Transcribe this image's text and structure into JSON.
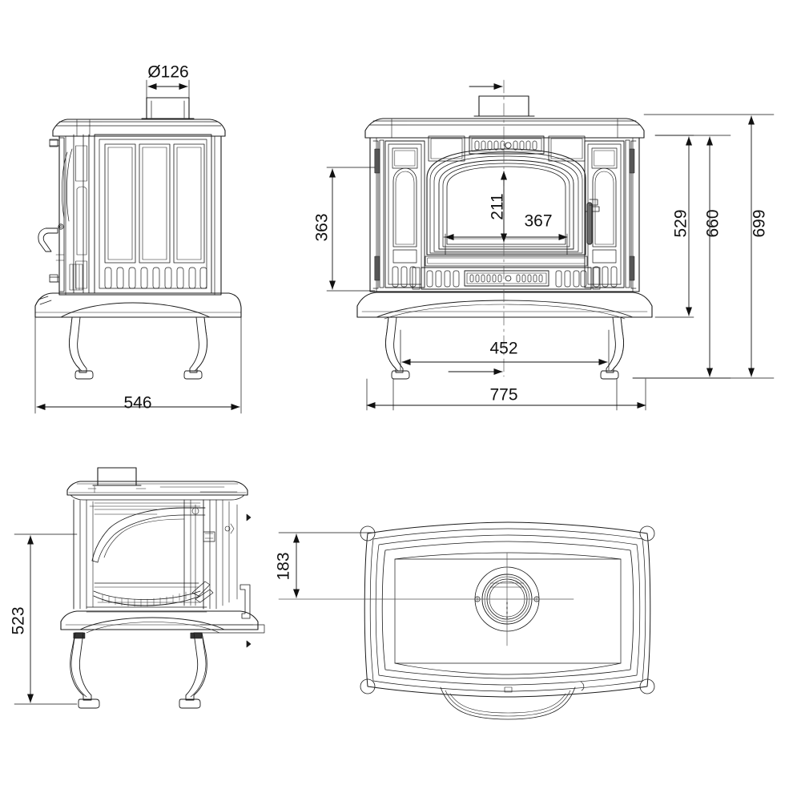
{
  "drawing": {
    "kind": "technical-dimension-drawing",
    "subject": "cast-iron wood burning stove",
    "units": "mm",
    "background_color": "#ffffff",
    "line_color": "#1a1a1a",
    "dimension_color": "#111111",
    "views": [
      {
        "id": "side-view",
        "name": "Left side elevation",
        "position": "top-left"
      },
      {
        "id": "front-view",
        "name": "Front elevation",
        "position": "top-right"
      },
      {
        "id": "section-view",
        "name": "Vertical section",
        "position": "bottom-left"
      },
      {
        "id": "top-view",
        "name": "Top plan view",
        "position": "bottom-right"
      }
    ]
  },
  "dimensions": {
    "flue_diameter": {
      "label": "Ø126",
      "value": 126,
      "view": "side-view",
      "orientation": "horizontal"
    },
    "side_width": {
      "label": "546",
      "value": 546,
      "view": "side-view",
      "orientation": "horizontal"
    },
    "door_top_height": {
      "label": "363",
      "value": 363,
      "view": "front-view",
      "orientation": "vertical"
    },
    "firebox_height": {
      "label": "211",
      "value": 211,
      "view": "front-view",
      "orientation": "vertical"
    },
    "firebox_width": {
      "label": "367",
      "value": 367,
      "view": "front-view",
      "orientation": "horizontal"
    },
    "body_height": {
      "label": "529",
      "value": 529,
      "view": "front-view",
      "orientation": "vertical"
    },
    "height_to_top": {
      "label": "660",
      "value": 660,
      "view": "front-view",
      "orientation": "vertical"
    },
    "overall_height": {
      "label": "699",
      "value": 699,
      "view": "front-view",
      "orientation": "vertical"
    },
    "leg_spacing": {
      "label": "452",
      "value": 452,
      "view": "front-view",
      "orientation": "horizontal"
    },
    "overall_width": {
      "label": "775",
      "value": 775,
      "view": "front-view",
      "orientation": "horizontal"
    },
    "section_height": {
      "label": "523",
      "value": 523,
      "view": "section-view",
      "orientation": "vertical"
    },
    "flue_offset_from_back": {
      "label": "183",
      "value": 183,
      "view": "top-view",
      "orientation": "vertical"
    }
  }
}
